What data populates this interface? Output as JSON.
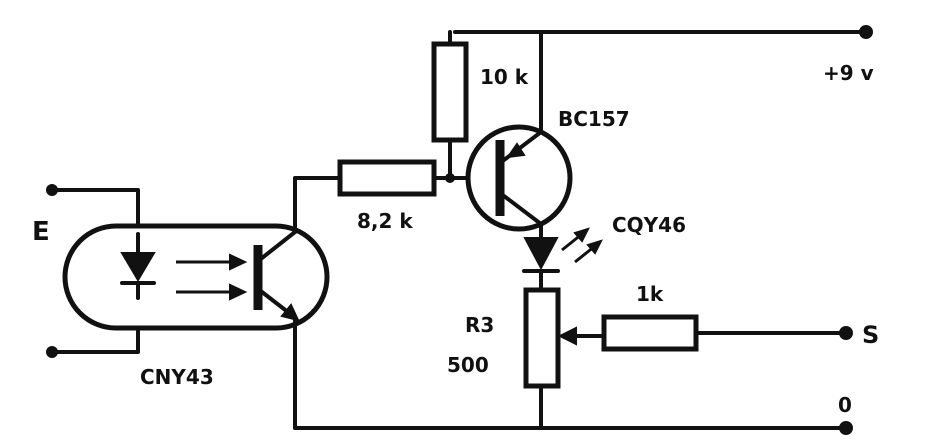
{
  "diagram": {
    "labels": {
      "input": "E",
      "optocoupler": "CNY43",
      "base_resistor": "8,2 k",
      "pullup_resistor": "10 k",
      "transistor": "BC157",
      "led": "CQY46",
      "pot_name": "R3",
      "pot_value": "500",
      "output_resistor": "1k",
      "supply": "+9 v",
      "output": "S",
      "ground": "0"
    }
  }
}
